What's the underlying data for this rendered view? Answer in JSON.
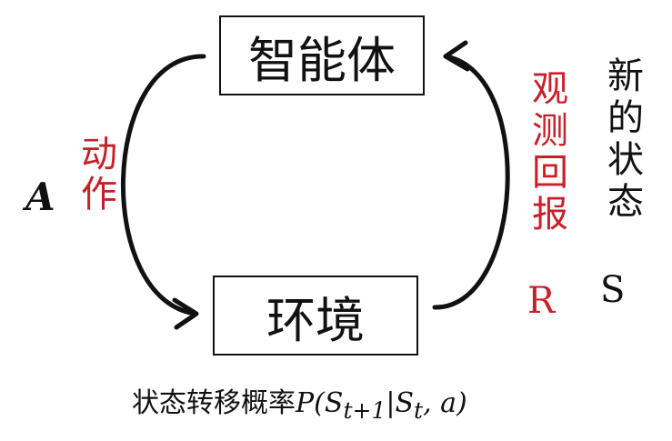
{
  "diagram": {
    "agent_label": "智能体",
    "environment_label": "环境",
    "action_label": "动作",
    "action_symbol": "A",
    "observation_reward_label": "观测回报",
    "reward_symbol": "R",
    "new_state_label": "新的状态",
    "state_symbol": "S",
    "caption_text": "状态转移概率",
    "caption_formula": "P(S",
    "caption_sub1": "t+1",
    "caption_mid": "|S",
    "caption_sub2": "t",
    "caption_end": ", a)",
    "colors": {
      "accent_red": "#c8202a",
      "ink": "#111111"
    }
  }
}
